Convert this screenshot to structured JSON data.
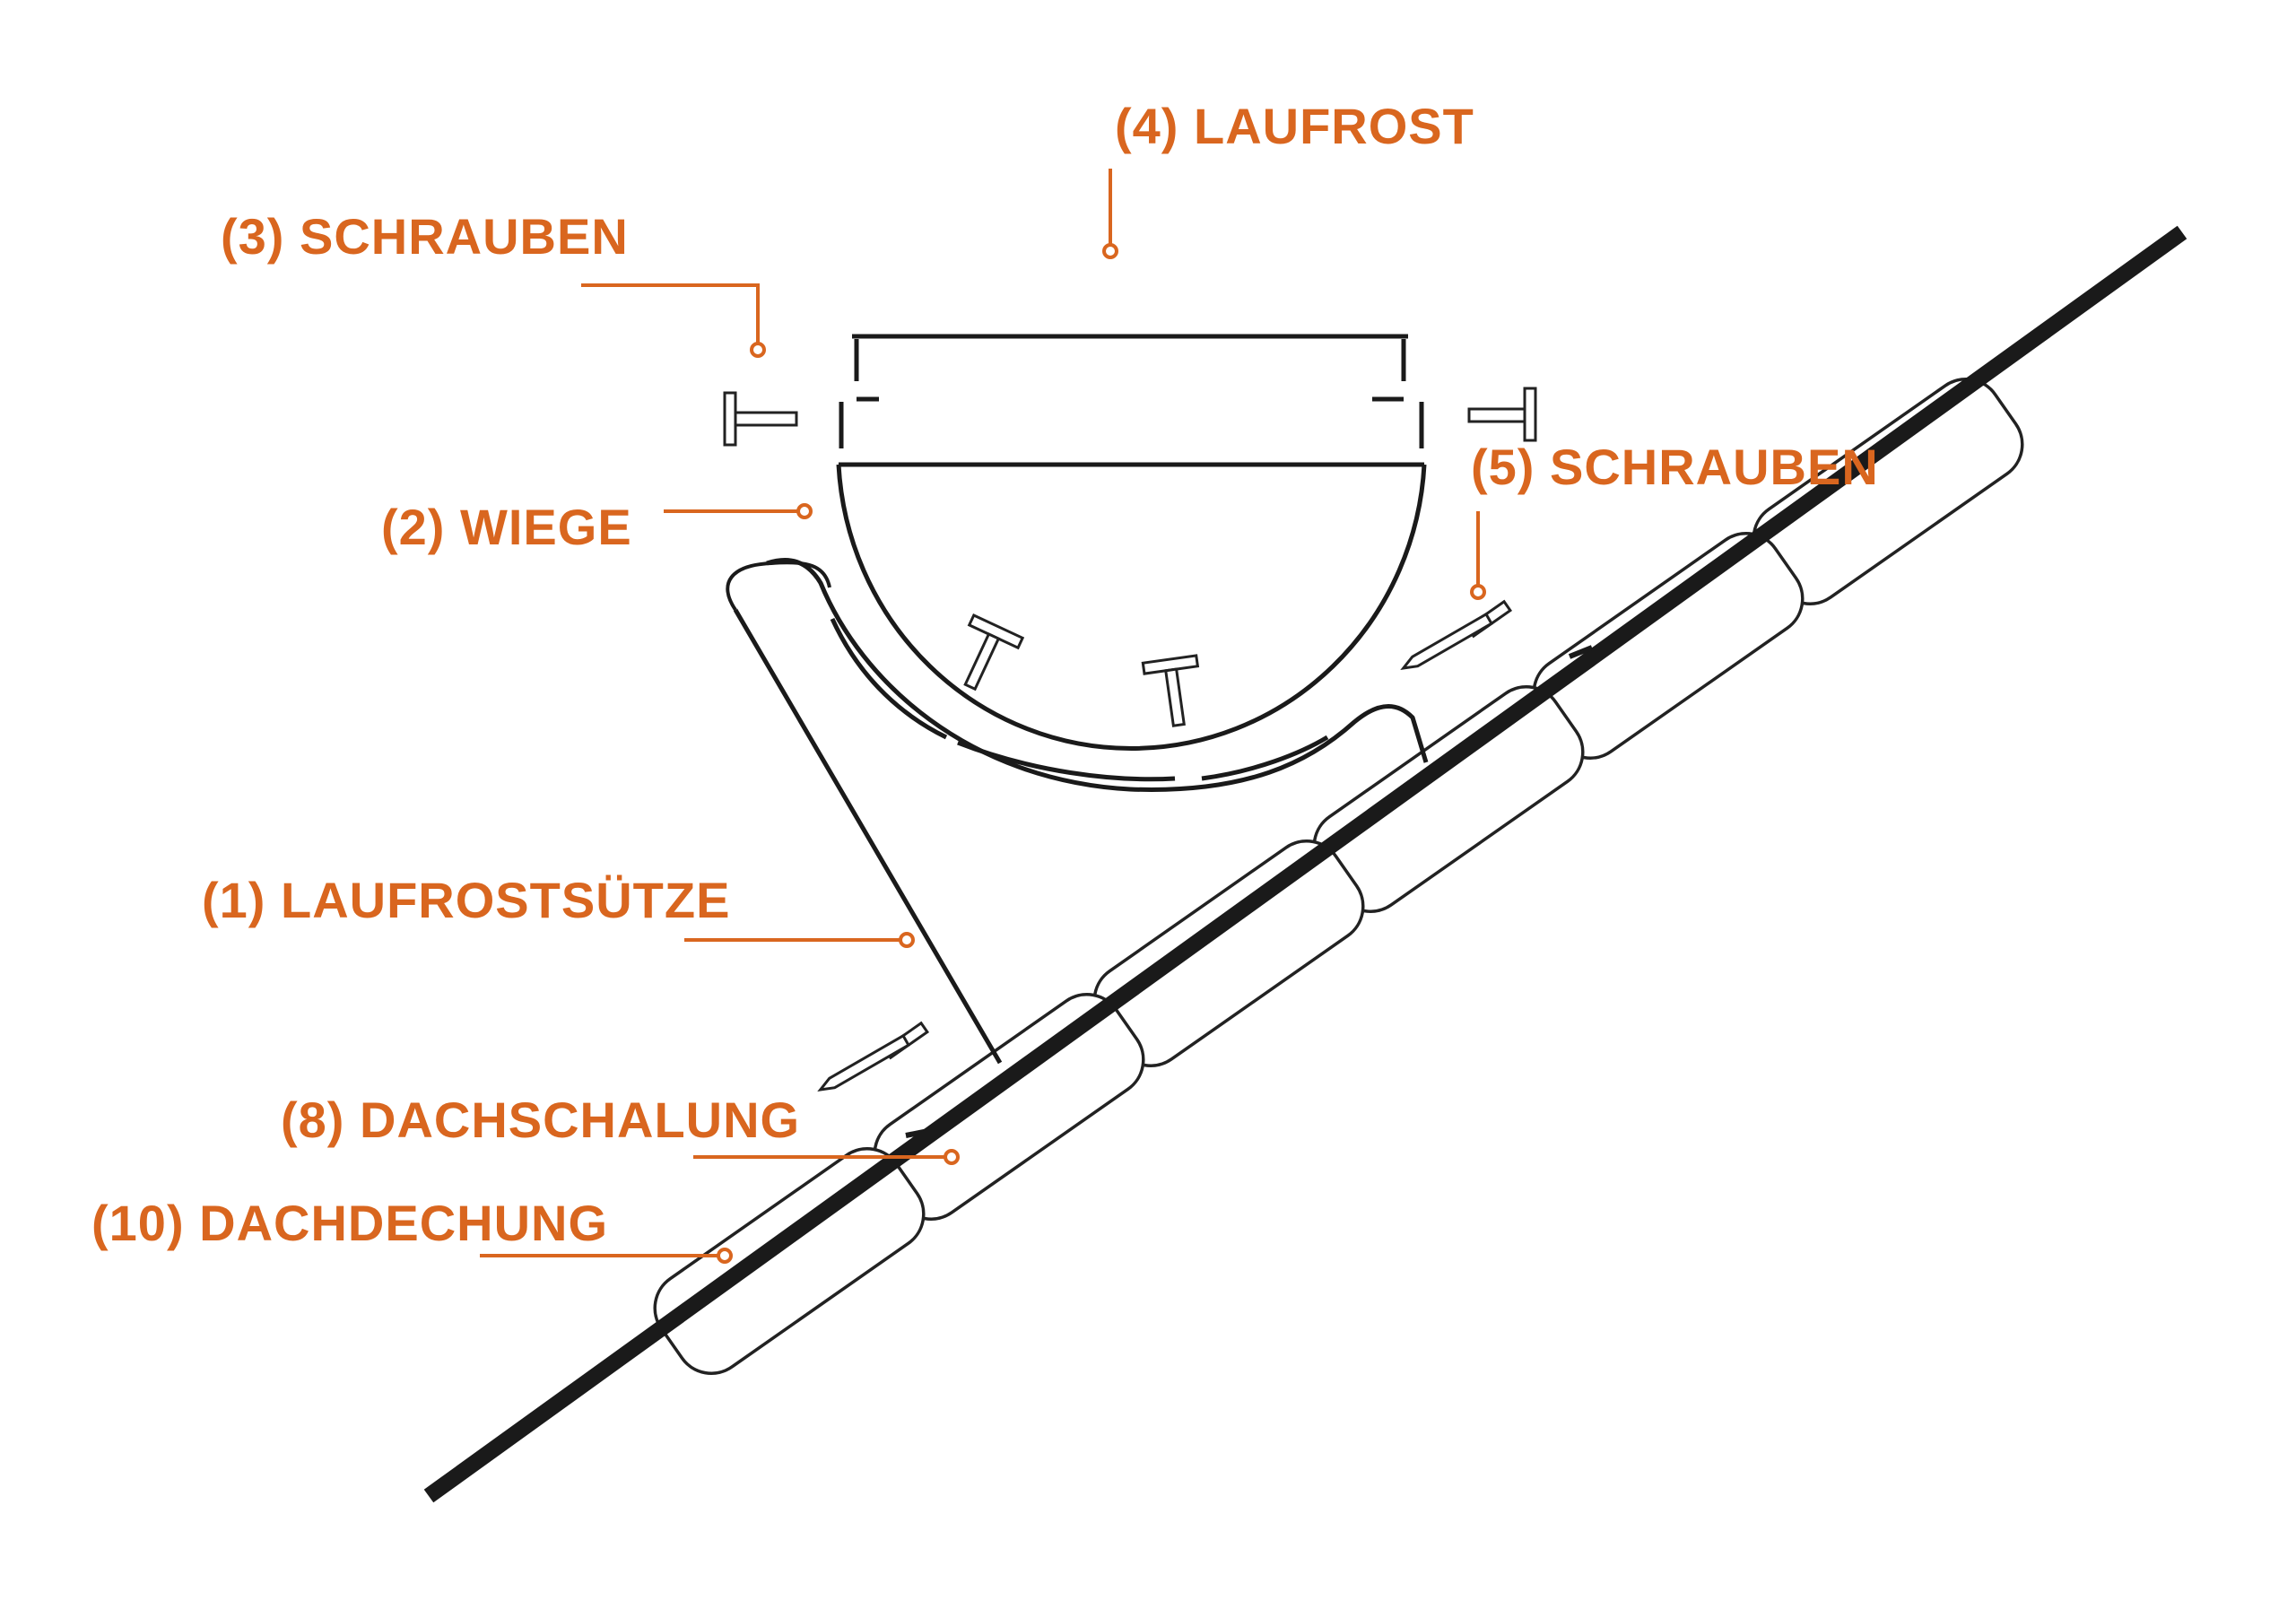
{
  "colors": {
    "label": "#d9661f",
    "ink": "#1a1a1a",
    "background": "#ffffff"
  },
  "labels": {
    "laufrost": "(4) LAUFROST",
    "schrauben_left": "(3) SCHRAUBEN",
    "schrauben_right": "(5) SCHRAUBEN",
    "wiege": "(2) WIEGE",
    "laufroststuetze": "(1) LAUFROSTSÜTZE",
    "dachschalung": "(8) DACHSCHALUNG",
    "dachdeckung": "(10) DACHDECHUNG"
  }
}
